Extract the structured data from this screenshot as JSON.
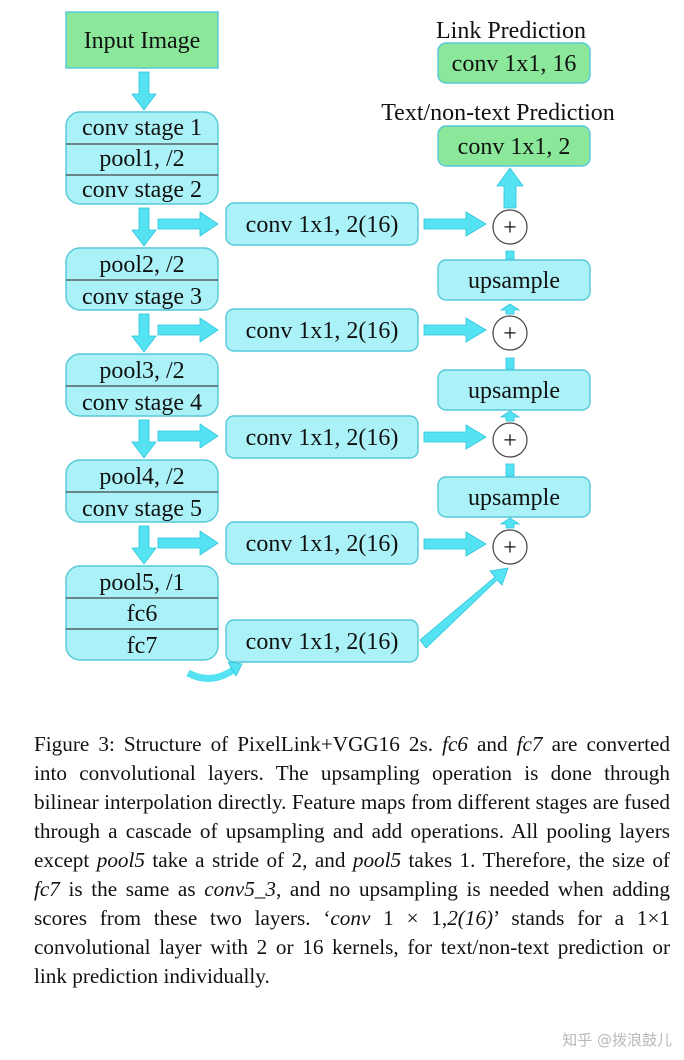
{
  "diagram": {
    "input": "Input Image",
    "stage1": [
      "conv stage 1",
      "pool1, /2",
      "conv stage 2"
    ],
    "stage2": [
      "pool2, /2",
      "conv stage 3"
    ],
    "stage3": [
      "pool3, /2",
      "conv stage 4"
    ],
    "stage4": [
      "pool4, /2",
      "conv stage 5"
    ],
    "stage5": [
      "pool5, /1",
      "fc6",
      "fc7"
    ],
    "conv_label": "conv 1x1, 2(16)",
    "upsample_label": "upsample",
    "plus": "+",
    "link_title": "Link Prediction",
    "link_box": "conv 1x1, 16",
    "text_title": "Text/non-text Prediction",
    "text_box": "conv 1x1, 2",
    "colors": {
      "green": "#8be89a",
      "cyan": "#aaf2f7",
      "arrow": "#55e3f3"
    }
  },
  "caption": {
    "p1": "Figure 3: Structure of PixelLink+VGG16 2s. ",
    "i1": "fc6",
    "p2": " and ",
    "i2": "fc7",
    "p3": " are converted into convolutional layers. The upsampling operation is done through bilinear interpolation directly. Feature maps from different stages are fused through a cascade of upsampling and add operations. All pooling layers except ",
    "i3": "pool5",
    "p4": " take a stride of 2, and ",
    "i4": "pool5",
    "p5": " takes 1. Therefore, the size of ",
    "i5": "fc7",
    "p6": " is the same as ",
    "i6": "conv5_3",
    "p7": ", and no upsampling is needed when adding scores from these two layers. ‘",
    "i7": "conv",
    "p8": " 1 × 1,",
    "i8": "2(16)",
    "p9": "’ stands for a 1×1 convolutional layer with 2 or 16 kernels, for text/non-text prediction or link prediction individually."
  },
  "watermark": "知乎 @拨浪鼓儿"
}
